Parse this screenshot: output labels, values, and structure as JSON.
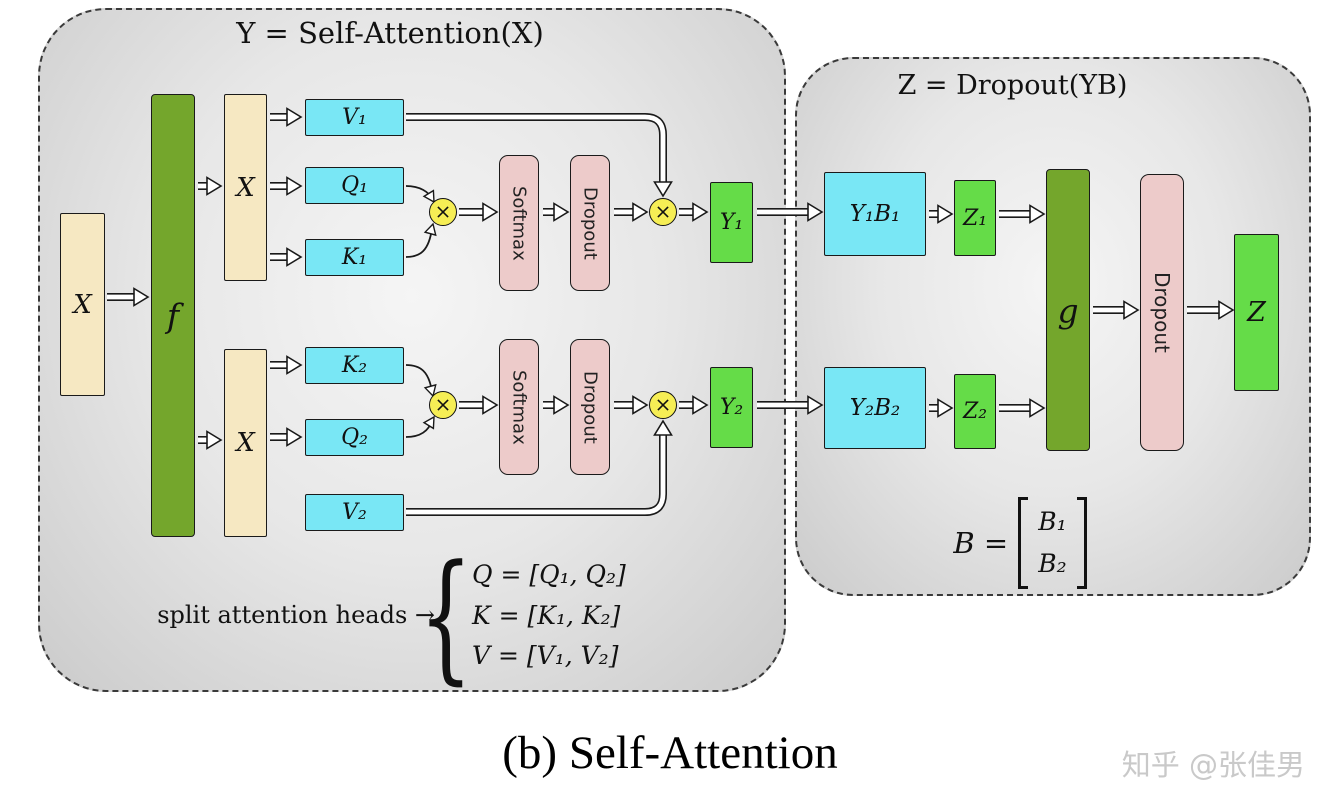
{
  "colors": {
    "panel_border": "#3a3a3a",
    "tan": "#f6e8c2",
    "olive_green": "#74a62c",
    "cyan": "#79e7f5",
    "pink": "#edcbca",
    "bright_green": "#65dc48",
    "multiply_yellow": "#f6ee55"
  },
  "left": {
    "title": "Y = Self-Attention(X)",
    "input": "X",
    "f": "f",
    "x_top": "X",
    "x_bottom": "X",
    "v1": "V₁",
    "q1": "Q₁",
    "k1": "K₁",
    "k2": "K₂",
    "q2": "Q₂",
    "v2": "V₂",
    "softmax_top": "Softmax",
    "dropout_top": "Dropout",
    "softmax_bottom": "Softmax",
    "dropout_bottom": "Dropout",
    "y1": "Y₁",
    "y2": "Y₂",
    "split_note": "split attention heads →",
    "brace": "{",
    "equations": [
      "Q = [Q₁, Q₂]",
      "K = [K₁, K₂]",
      "V = [V₁, V₂]"
    ]
  },
  "right": {
    "title": "Z = Dropout(YB)",
    "y1b1": "Y₁B₁",
    "z1": "Z₁",
    "y2b2": "Y₂B₂",
    "z2": "Z₂",
    "g": "g",
    "dropout": "Dropout",
    "z": "Z",
    "b_lhs": "B =",
    "b_rows": [
      "B₁",
      "B₂"
    ]
  },
  "caption": "(b) Self-Attention",
  "watermark": "知乎 @张佳男"
}
